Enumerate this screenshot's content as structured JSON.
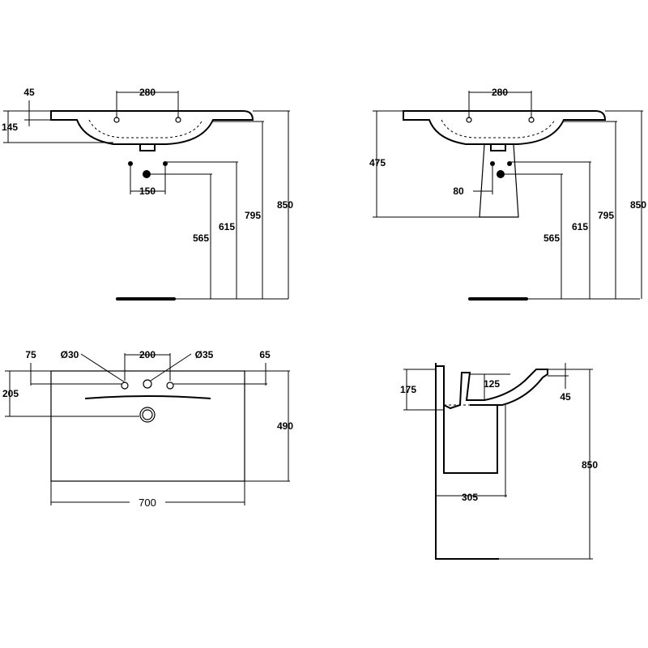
{
  "front_view_left": {
    "dim_tap_spacing": "280",
    "dim_top_thickness": "45",
    "dim_bowl_depth": "145",
    "dim_waste_spacing": "150",
    "dim_waste_height": "565",
    "dim_supply_height": "615",
    "dim_rim_height": "795",
    "dim_overall_height": "850"
  },
  "front_view_right": {
    "dim_tap_spacing": "280",
    "dim_pedestal_height": "475",
    "dim_waste_offset": "80",
    "dim_waste_height": "565",
    "dim_supply_height": "615",
    "dim_rim_height": "795",
    "dim_overall_height": "850"
  },
  "top_view": {
    "dim_left_hole_offset": "75",
    "dim_left_hole_diameter": "Ø30",
    "dim_hole_spacing": "200",
    "dim_right_hole_diameter": "Ø35",
    "dim_right_offset": "65",
    "dim_drain_depth": "205",
    "dim_depth": "490",
    "dim_width": "700"
  },
  "side_view": {
    "dim_bowl_height": "175",
    "dim_inner_depth": "125",
    "dim_rim_offset": "45",
    "dim_projection": "305",
    "dim_overall_height": "850"
  }
}
